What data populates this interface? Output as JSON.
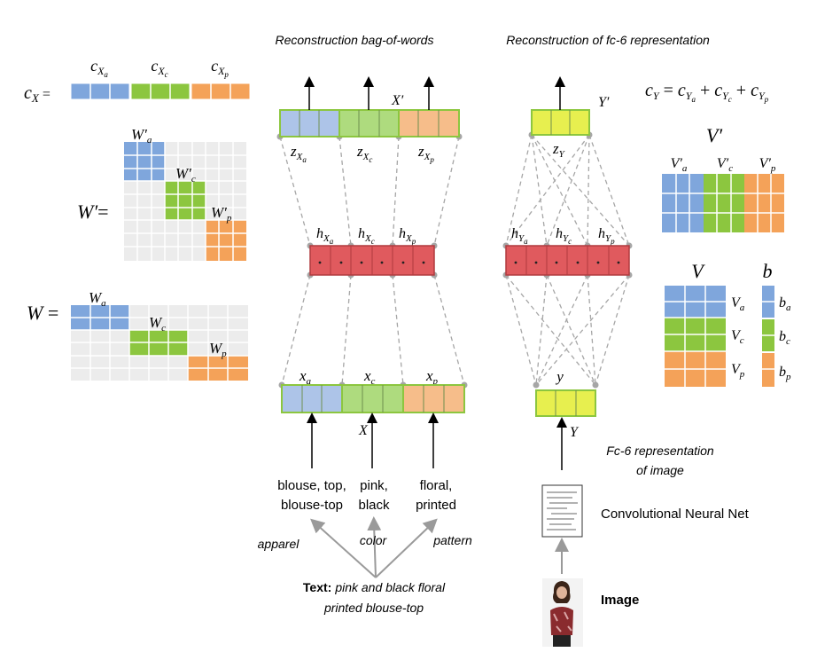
{
  "colors": {
    "attribute_apparel": "#7fa6dc",
    "attribute_color": "#8cc63f",
    "attribute_pattern": "#f4a259",
    "hidden_layer": "#e05a5e",
    "image_vector": "#e7ef4f",
    "empty_cell": "#ececec",
    "connection": "#a6a6a6"
  },
  "headers": {
    "text_branch": "Reconstruction bag-of-words",
    "image_branch": "Reconstruction of fc-6 representation"
  },
  "text_branch": {
    "output_label": "X′",
    "input_label": "X",
    "z_labels": [
      "z_{X_a}",
      "z_{X_c}",
      "z_{X_p}"
    ],
    "h_labels": [
      "h_{X_a}",
      "h_{X_c}",
      "h_{X_p}"
    ],
    "x_labels": [
      "x_a",
      "x_c",
      "x_p"
    ],
    "word_groups": [
      {
        "line1": "blouse, top,",
        "line2": "blouse-top"
      },
      {
        "line1": "pink,",
        "line2": "black"
      },
      {
        "line1": "floral,",
        "line2": "printed"
      }
    ],
    "attribute_labels": [
      "apparel",
      "color",
      "pattern"
    ],
    "text_bold": "Text:",
    "text_italic_line1": "pink and black floral",
    "text_italic_line2": "printed blouse-top"
  },
  "image_branch": {
    "output_label": "Y′",
    "input_label": "Y",
    "z_label": "z_Y",
    "h_labels": [
      "h_{Y_a}",
      "h_{Y_c}",
      "h_{Y_p}"
    ],
    "y_label": "y",
    "fc6_line1": "Fc-6 representation",
    "fc6_line2": "of image",
    "cnn_label": "Convolutional Neural Net",
    "image_label": "Image"
  },
  "left_panel": {
    "cx_label": "c_X =",
    "cx_parts": [
      "c_{X_a}",
      "c_{X_c}",
      "c_{X_p}"
    ],
    "w_prime_label": "W′=",
    "w_prime_blocks": [
      "W′_a",
      "W′_c",
      "W′_p"
    ],
    "w_label": "W =",
    "w_blocks": [
      "W_a",
      "W_c",
      "W_p"
    ]
  },
  "right_panel": {
    "cy_equation": "c_Y = c_{Y_a} + c_{Y_c} + c_{Y_p}",
    "v_prime_label": "V′",
    "v_prime_blocks": [
      "V′_a",
      "V′_c",
      "V′_p"
    ],
    "v_label": "V",
    "b_label": "b",
    "v_blocks": [
      "V_a",
      "V_c",
      "V_p"
    ],
    "b_blocks": [
      "b_a",
      "b_c",
      "b_p"
    ]
  }
}
